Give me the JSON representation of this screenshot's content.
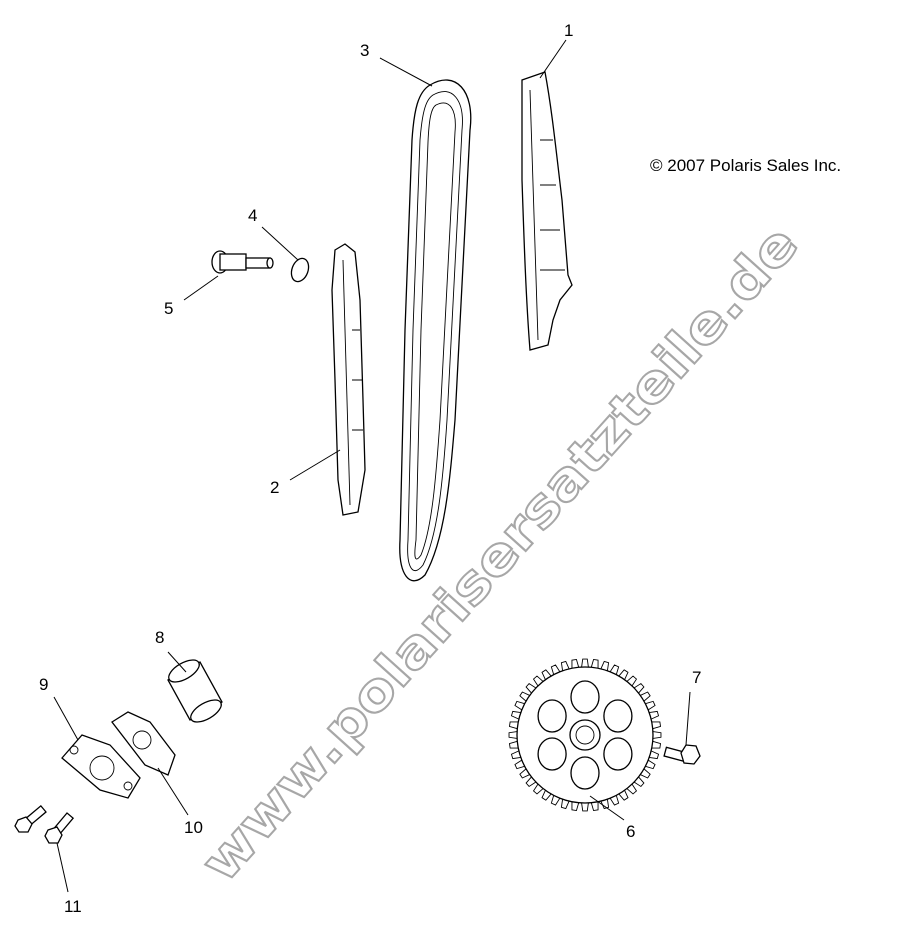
{
  "copyright": "© 2007 Polaris Sales Inc.",
  "watermark": "www.polarisersatzteile.de",
  "callouts": [
    "1",
    "2",
    "3",
    "4",
    "5",
    "6",
    "7",
    "8",
    "9",
    "10",
    "11"
  ]
}
